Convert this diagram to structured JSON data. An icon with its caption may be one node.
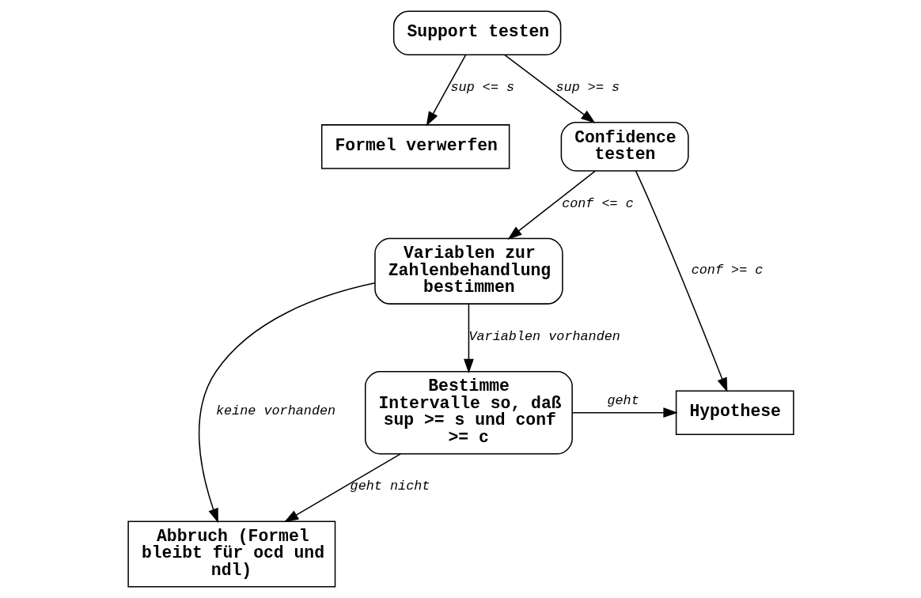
{
  "diagram": {
    "nodes": [
      {
        "text": [
          "Support testen"
        ]
      },
      {
        "text": [
          "Formel verwerfen"
        ]
      },
      {
        "text": [
          "Confidence testen"
        ]
      },
      {
        "text": [
          "Variablen zur Zahlenbehandlung bestimmen"
        ]
      },
      {
        "text": [
          "Bestimme Intervalle so, daß sup >= s und conf >= c"
        ]
      },
      {
        "text": [
          "Hypothese"
        ]
      },
      {
        "text": [
          "Abbruch (Formel bleibt für ocd und ndl)"
        ]
      }
    ],
    "edges": [
      {
        "from": 0,
        "to": 1,
        "arrow": "to",
        "label": "sup <= s"
      },
      {
        "from": 0,
        "to": 2,
        "arrow": "to",
        "label": "sup >= s"
      },
      {
        "from": 2,
        "to": 3,
        "arrow": "to",
        "label": "conf <= c"
      },
      {
        "from": 2,
        "to": 5,
        "arrow": "to",
        "label": "conf >= c"
      },
      {
        "from": 3,
        "to": 6,
        "arrow": "to",
        "label": "keine vorhanden"
      },
      {
        "from": 3,
        "to": 4,
        "arrow": "to",
        "label": "Variablen vorhanden"
      },
      {
        "from": 4,
        "to": 5,
        "arrow": "to",
        "label": "geht"
      },
      {
        "from": 4,
        "to": 6,
        "arrow": "to",
        "label": "geht nicht"
      }
    ]
  }
}
